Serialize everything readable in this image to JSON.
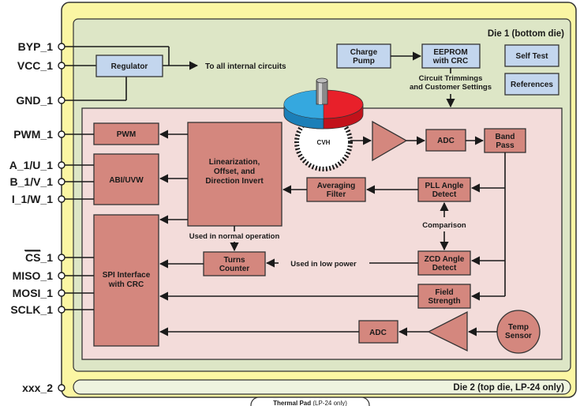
{
  "die1_title": "Die 1 (bottom die)",
  "die2_title": "Die 2 (top die, LP-24 only)",
  "thermal_pad_bold": "Thermal Pad",
  "thermal_pad_rest": " (LP-24 only)",
  "pins": {
    "byp": "BYP_1",
    "vcc": "VCC_1",
    "gnd": "GND_1",
    "pwm": "PWM_1",
    "a": "A_1/U_1",
    "b": "B_1/V_1",
    "i": "I_1/W_1",
    "cs": "CS",
    "cs_suffix": "_1",
    "miso": "MISO_1",
    "mosi": "MOSI_1",
    "sclk": "SCLK_1",
    "xxx": "xxx_2"
  },
  "blocks": {
    "regulator": "Regulator",
    "charge_pump": [
      "Charge",
      "Pump"
    ],
    "eeprom": [
      "EEPROM",
      "with CRC"
    ],
    "self_test": "Self Test",
    "references": "References",
    "pwm": "PWM",
    "abi": "ABI/UVW",
    "spi": [
      "SPI Interface",
      "with CRC"
    ],
    "linearization": [
      "Linearization,",
      "Offset, and",
      "Direction Invert"
    ],
    "averaging": [
      "Averaging",
      "Filter"
    ],
    "pll": [
      "PLL Angle",
      "Detect"
    ],
    "zcd": [
      "ZCD Angle",
      "Detect"
    ],
    "turns": [
      "Turns",
      "Counter"
    ],
    "field": [
      "Field",
      "Strength"
    ],
    "adc_top": "ADC",
    "adc_bottom": "ADC",
    "band_pass": [
      "Band",
      "Pass"
    ],
    "temp": [
      "Temp",
      "Sensor"
    ],
    "cvh": "CVH"
  },
  "labels": {
    "internal": "To all internal circuits",
    "trimming": [
      "Circuit Trimmings",
      "and Customer Settings"
    ],
    "normal": "Used in normal operation",
    "low_power": "Used in low power",
    "comparison": "Comparison"
  },
  "colors": {
    "outer_yellow": "#fbf6a3",
    "die_green": "#dde6c6",
    "core_pink": "#f3dcda",
    "block_red": "#d4877e",
    "block_blue": "#c3d6ee",
    "magnet_red": "#e8202a",
    "magnet_blue": "#35a8df"
  }
}
